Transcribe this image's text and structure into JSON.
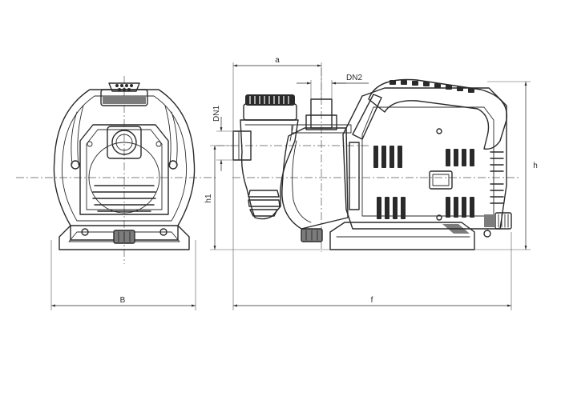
{
  "dimensions": {
    "a": "a",
    "dn2": "DN2",
    "dn1": "DN1",
    "h": "h",
    "h1": "h1",
    "b": "B",
    "f": "f"
  },
  "colors": {
    "line": "#2a2a2a",
    "shade": "#7c7c7c",
    "light": "#d9d9d9"
  }
}
